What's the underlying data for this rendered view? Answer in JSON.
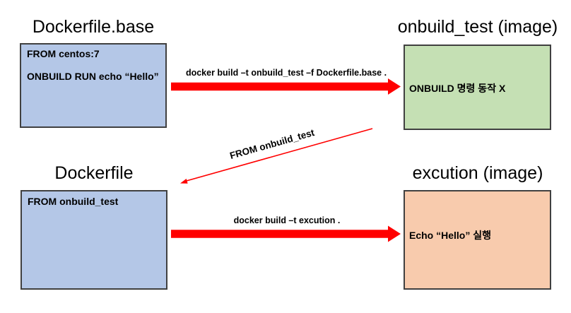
{
  "diagram": {
    "colors": {
      "blue": "#b4c7e7",
      "green": "#c5e0b4",
      "orange": "#f8cbad",
      "border": "#404040",
      "arrow": "#ff0000",
      "text": "#000000"
    },
    "nodes": {
      "dockerfile_base": {
        "title": "Dockerfile.base",
        "line1": "FROM centos:7",
        "line2": "ONBUILD RUN echo “Hello”"
      },
      "onbuild_test": {
        "title": "onbuild_test (image)",
        "line1": "ONBUILD 명령 동작 X"
      },
      "dockerfile": {
        "title": "Dockerfile",
        "line1": "FROM onbuild_test"
      },
      "excution": {
        "title": "excution (image)",
        "line1": "Echo “Hello” 실행"
      }
    },
    "arrows": {
      "build_onbuild_test": {
        "label": "docker build –t onbuild_test –f Dockerfile.base ."
      },
      "from_onbuild_test": {
        "label": "FROM onbuild_test"
      },
      "build_excution": {
        "label": "docker build –t excution ."
      }
    }
  }
}
